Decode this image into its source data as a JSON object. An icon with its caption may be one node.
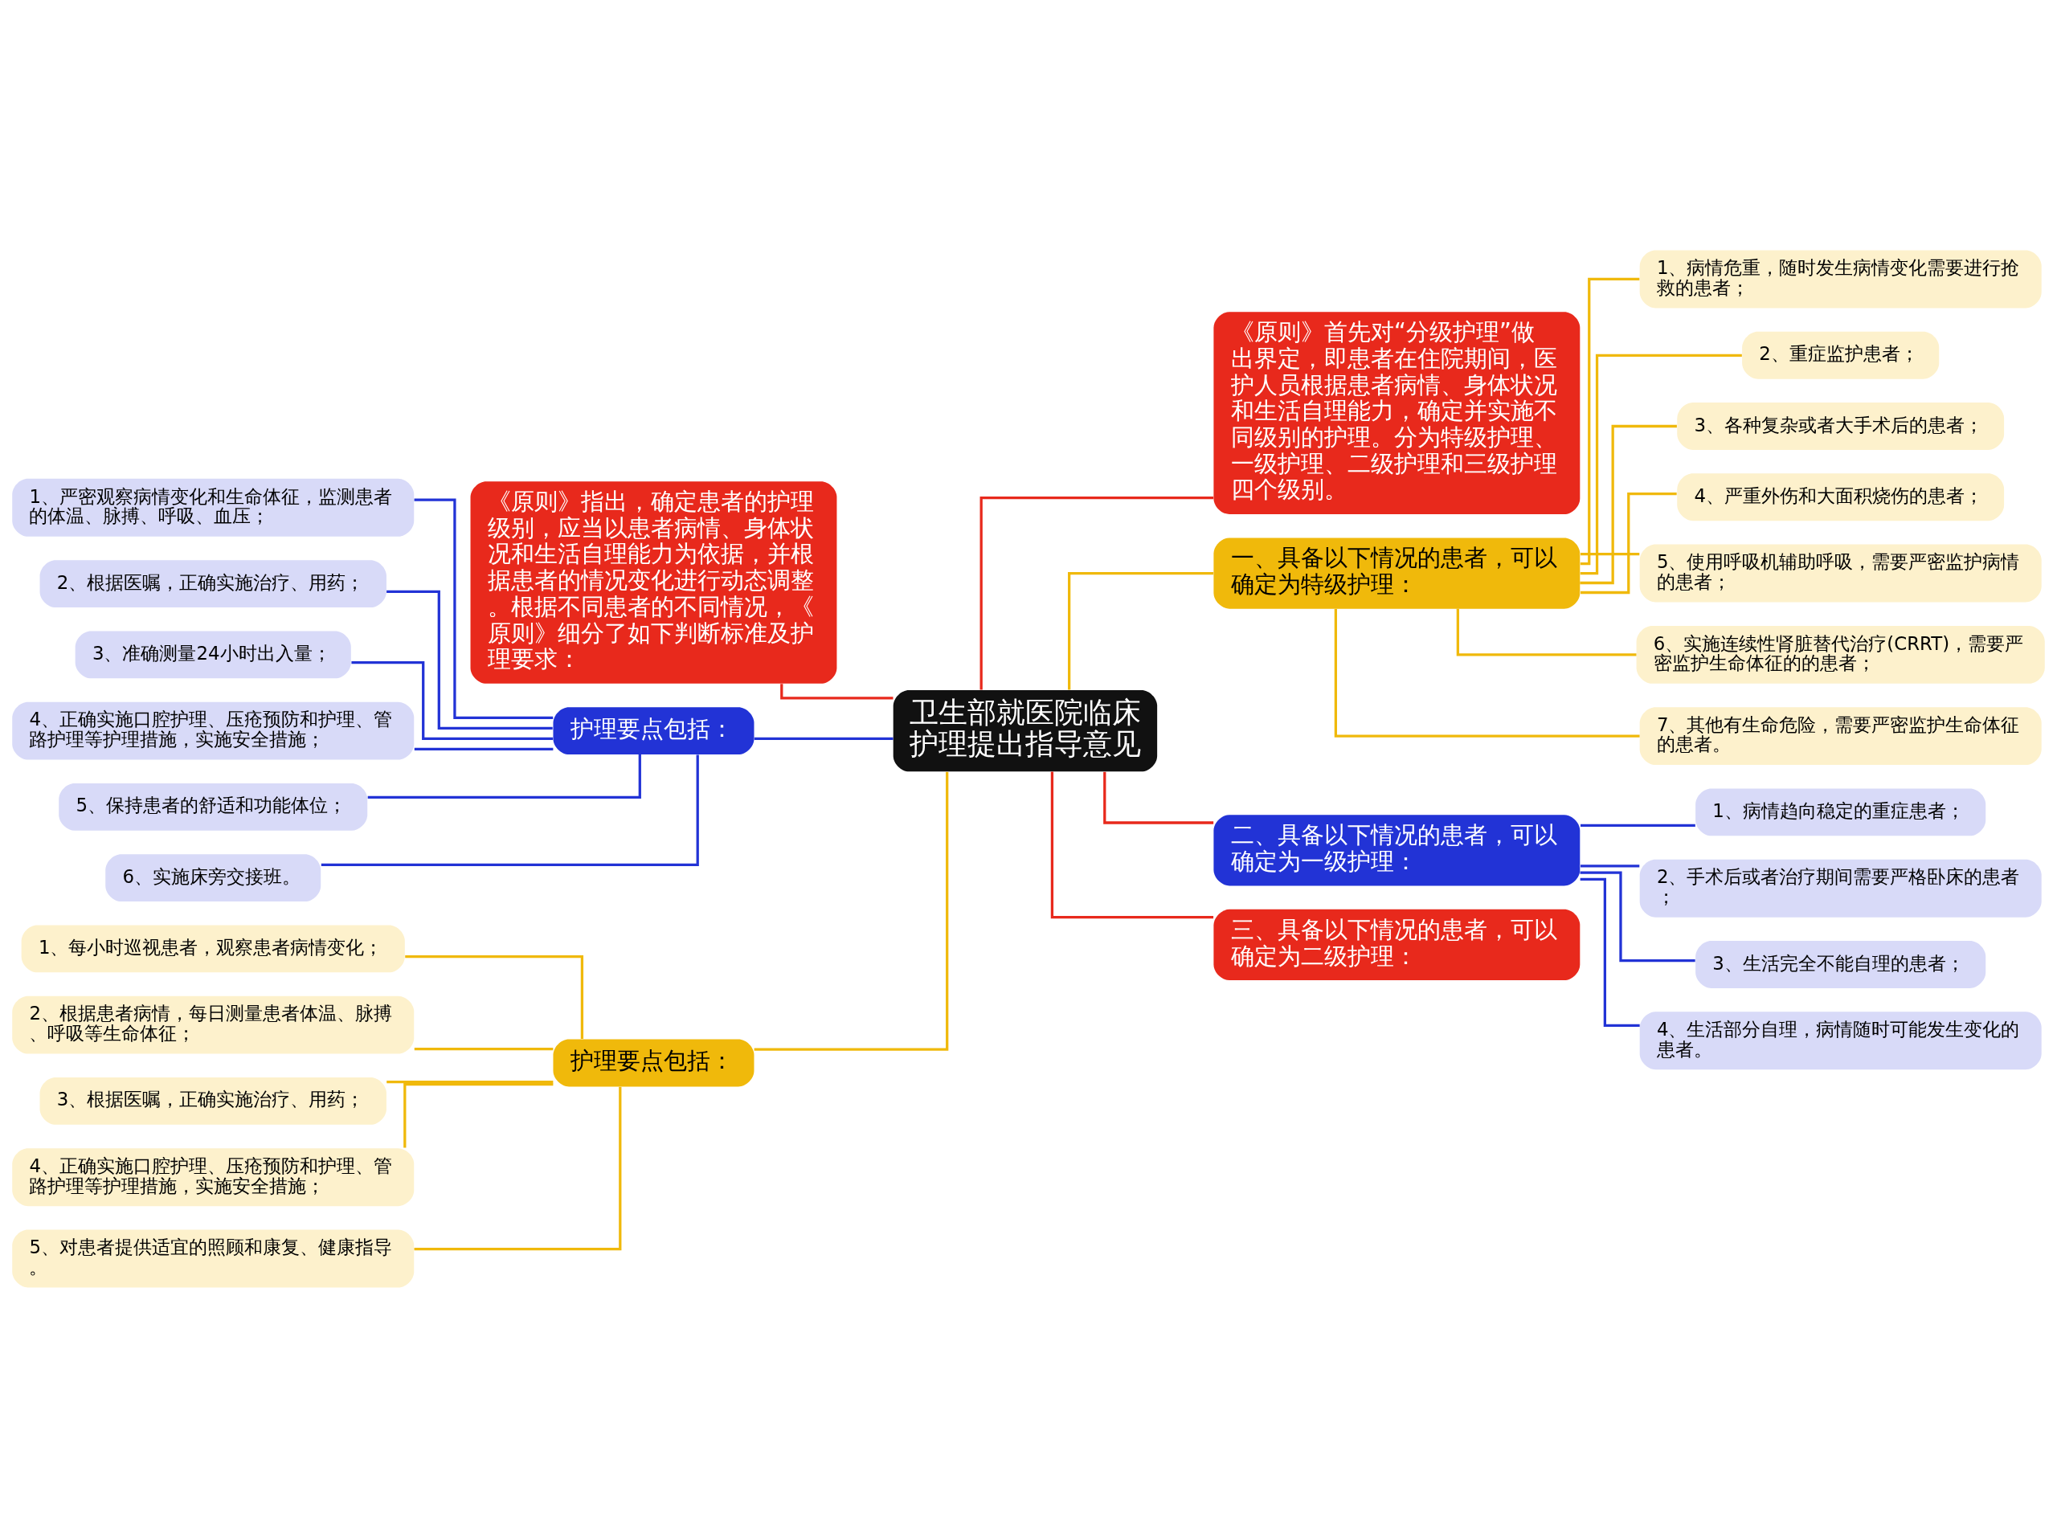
{
  "diagram": {
    "nodes": [
      {
        "text": [
          "卫生部就医院临床护理提出指导意见"
        ]
      },
      {
        "text": [
          "《原则》指出，确定患者的护理级别，应当以患者病情、身体状况和生活自理能力为依据，并根据患者的情况变化进行动态调整。根据不同患者的不同情况，《原则》细分了如下判断标准及护理要求："
        ]
      },
      {
        "text": [
          "护理要点包括："
        ]
      },
      {
        "text": [
          "1、严密观察病情变化和生命体征，监测患者的体温、脉搏、呼吸、血压；"
        ]
      },
      {
        "text": [
          "2、根据医嘱，正确实施治疗、用药；"
        ]
      },
      {
        "text": [
          "3、准确测量24小时出入量；"
        ]
      },
      {
        "text": [
          "4、正确实施口腔护理、压疮预防和护理、管路护理等护理措施，实施安全措施；"
        ]
      },
      {
        "text": [
          "5、保持患者的舒适和功能体位；"
        ]
      },
      {
        "text": [
          "6、实施床旁交接班。"
        ]
      },
      {
        "text": [
          "护理要点包括："
        ]
      },
      {
        "text": [
          "1、每小时巡视患者，观察患者病情变化；"
        ]
      },
      {
        "text": [
          "2、根据患者病情，每日测量患者体温、脉搏、呼吸等生命体征；"
        ]
      },
      {
        "text": [
          "3、根据医嘱，正确实施治疗、用药；"
        ]
      },
      {
        "text": [
          "4、正确实施口腔护理、压疮预防和护理、管路护理等护理措施，实施安全措施；"
        ]
      },
      {
        "text": [
          "5、对患者提供适宜的照顾和康复、健康指导。"
        ]
      },
      {
        "text": [
          "《原则》首先对“分级护理”做出界定，即患者在住院期间，医护人员根据患者病情、身体状况和生活自理能力，确定并实施不同级别的护理。分为特级护理、一级护理、二级护理和三级护理四个级别。"
        ]
      },
      {
        "text": [
          "一、具备以下情况的患者，可以确定为特级护理："
        ]
      },
      {
        "text": [
          "1、病情危重，随时发生病情变化需要进行抢救的患者；"
        ]
      },
      {
        "text": [
          "2、重症监护患者；"
        ]
      },
      {
        "text": [
          "3、各种复杂或者大手术后的患者；"
        ]
      },
      {
        "text": [
          "4、严重外伤和大面积烧伤的患者；"
        ]
      },
      {
        "text": [
          "5、使用呼吸机辅助呼吸，需要严密监护病情的患者；"
        ]
      },
      {
        "text": [
          "6、实施连续性肾脏替代治疗(CRRT)，需要严密监护生命体征的的患者；"
        ]
      },
      {
        "text": [
          "7、其他有生命危险，需要严密监护生命体征的患者。"
        ]
      },
      {
        "text": [
          "二、具备以下情况的患者，可以确定为一级护理："
        ]
      },
      {
        "text": [
          "1、病情趋向稳定的重症患者；"
        ]
      },
      {
        "text": [
          "2、手术后或者治疗期间需要严格卧床的患者；"
        ]
      },
      {
        "text": [
          "3、生活完全不能自理的患者；"
        ]
      },
      {
        "text": [
          "4、生活部分自理，病情随时可能发生变化的患者。"
        ]
      },
      {
        "text": [
          "三、具备以下情况的患者，可以确定为二级护理："
        ]
      }
    ],
    "edges": [
      {
        "from": 0,
        "to": 1,
        "arrow": "none",
        "color": "#e8291c"
      },
      {
        "from": 0,
        "to": 2,
        "arrow": "none",
        "color": "#2233d6"
      },
      {
        "from": 2,
        "to": 3,
        "arrow": "none",
        "color": "#2233d6"
      },
      {
        "from": 2,
        "to": 4,
        "arrow": "none",
        "color": "#2233d6"
      },
      {
        "from": 2,
        "to": 5,
        "arrow": "none",
        "color": "#2233d6"
      },
      {
        "from": 2,
        "to": 6,
        "arrow": "none",
        "color": "#2233d6"
      },
      {
        "from": 2,
        "to": 7,
        "arrow": "none",
        "color": "#2233d6"
      },
      {
        "from": 2,
        "to": 8,
        "arrow": "none",
        "color": "#2233d6"
      },
      {
        "from": 0,
        "to": 9,
        "arrow": "none"
      },
      {
        "from": 9,
        "to": 10,
        "arrow": "none"
      },
      {
        "from": 9,
        "to": 11,
        "arrow": "none"
      },
      {
        "from": 9,
        "to": 12,
        "arrow": "none"
      },
      {
        "from": 9,
        "to": 13,
        "arrow": "none"
      },
      {
        "from": 9,
        "to": 14,
        "arrow": "none"
      },
      {
        "from": 0,
        "to": 15,
        "arrow": "none",
        "color": "#e8291c"
      },
      {
        "from": 0,
        "to": 16,
        "arrow": "none"
      },
      {
        "from": 16,
        "to": 17,
        "arrow": "none"
      },
      {
        "from": 16,
        "to": 18,
        "arrow": "none"
      },
      {
        "from": 16,
        "to": 19,
        "arrow": "none"
      },
      {
        "from": 16,
        "to": 20,
        "arrow": "none"
      },
      {
        "from": 16,
        "to": 21,
        "arrow": "none"
      },
      {
        "from": 16,
        "to": 22,
        "arrow": "none"
      },
      {
        "from": 16,
        "to": 23,
        "arrow": "none"
      },
      {
        "from": 0,
        "to": 24,
        "arrow": "none",
        "color": "#e8291c"
      },
      {
        "from": 24,
        "to": 25,
        "arrow": "none",
        "color": "#2233d6"
      },
      {
        "from": 24,
        "to": 26,
        "arrow": "none",
        "color": "#2233d6"
      },
      {
        "from": 24,
        "to": 27,
        "arrow": "none",
        "color": "#2233d6"
      },
      {
        "from": 24,
        "to": 28,
        "arrow": "none",
        "color": "#2233d6"
      },
      {
        "from": 0,
        "to": 29,
        "arrow": "none",
        "color": "#e8291c"
      }
    ]
  }
}
